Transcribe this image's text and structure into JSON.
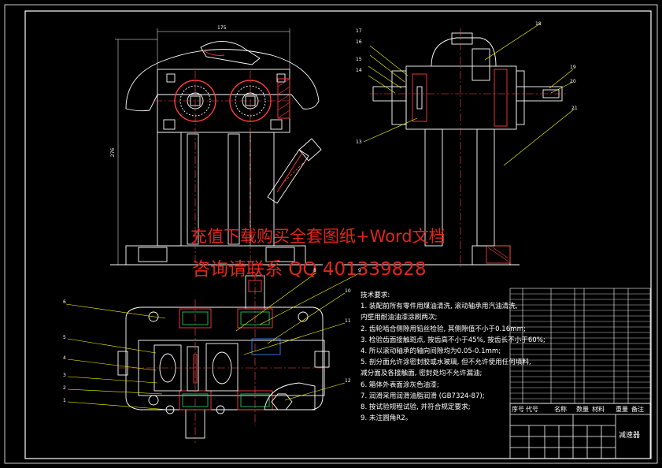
{
  "watermark": {
    "line1": "充值下载购买全套图纸+Word文档",
    "line2": "咨询请联系  QQ 401339828",
    "color": "#e0261c"
  },
  "technical_requirements": {
    "heading": "技术要求:",
    "items": [
      "1. 装配前所有零件用煤油清洗, 滚动轴承用汽油清洗,",
      "   内壁用耐油油漆涂刷两次;",
      "2. 齿轮啮合侧隙用铅丝检验, 其侧隙值不小于0.16mm;",
      "3. 检验齿面接触斑点, 按齿高不小于45%, 按齿长不小于60%;",
      "4. 所以滚动轴承的轴向间隙均为0.05-0.1mm;",
      "5. 剖分面允许涂密封胶或水玻璃, 但不允许使用任何填料,",
      "   减分面及各接触面, 密封处均不允许漏油;",
      "6. 箱体外表面涂灰色油漆;",
      "7. 润滑采用润滑油脂润滑 (GB7324-87);",
      "8. 按试验规程试验, 并符合规定要求;",
      "9. 未注圆角R2。"
    ]
  },
  "title_block": {
    "drawing_name": "减速器",
    "bom_headers": [
      "序号",
      "代号",
      "名称",
      "数量",
      "材料",
      "重量",
      "备注"
    ]
  },
  "part_labels": {
    "bottom_view": [
      "1",
      "2",
      "3",
      "4",
      "5",
      "6",
      "8",
      "9",
      "10",
      "11",
      "12"
    ],
    "side_view": [
      "13",
      "14",
      "15",
      "16",
      "17",
      "18",
      "19",
      "20",
      "21"
    ]
  },
  "dimensions": {
    "width": "175",
    "height": "276"
  },
  "colors": {
    "background": "#000000",
    "outline": "#ffffff",
    "section": "#e03030",
    "hatch": "#ff3b3b",
    "centerline": "#ff4d4d",
    "leader": "#ffff00",
    "green_part": "#22c55e",
    "blue_part": "#3b82f6",
    "dimension": "#ffffff"
  }
}
